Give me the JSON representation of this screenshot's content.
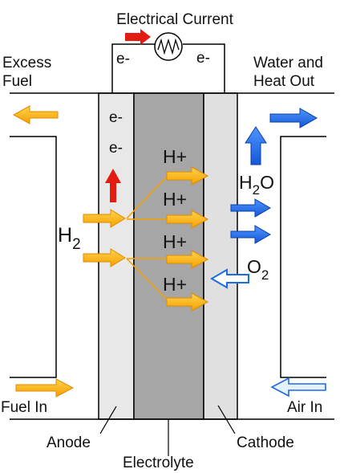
{
  "colors": {
    "arrow_orange": "#FFB000",
    "arrow_orange_edge": "#E08A00",
    "arrow_blue": "#1E6BE6",
    "arrow_blue_edge": "#0A3FA8",
    "arrow_red": "#E41B12",
    "anode_gray": "#E8E8E8",
    "electrolyte_gray": "#A6A6A6",
    "cathode_gray": "#E0E0E0",
    "outline": "#000000"
  },
  "labels": {
    "electrical_current": "Electrical Current",
    "excess_fuel_line1": "Excess",
    "excess_fuel_line2": "Fuel",
    "water_heat_line1": "Water and",
    "water_heat_line2": "Heat Out",
    "fuel_in": "Fuel In",
    "air_in": "Air In",
    "anode": "Anode",
    "electrolyte": "Electrolyte",
    "cathode": "Cathode",
    "h2_main": "H",
    "h2_sub": "2",
    "h2o_main": "H",
    "h2o_sub": "2",
    "h2o_tail": "O",
    "o2_main": "O",
    "o2_sub": "2",
    "electron_top_left": "e-",
    "electron_top_right": "e-",
    "electron_1": "e-",
    "electron_2": "e-",
    "proton_1": "H+",
    "proton_2": "H+",
    "proton_3": "H+",
    "proton_4": "H+"
  }
}
